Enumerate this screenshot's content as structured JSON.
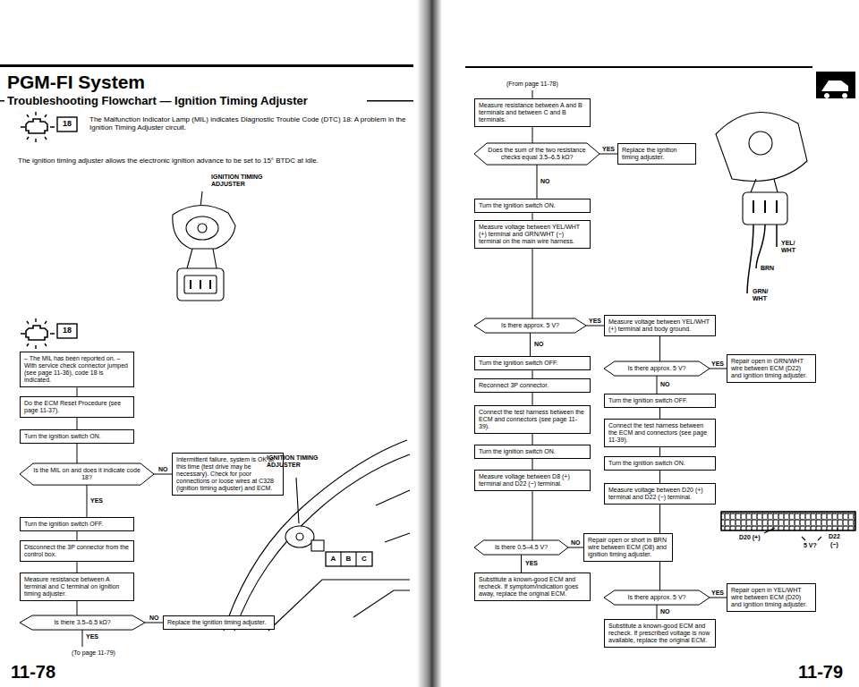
{
  "diagram": {
    "title": "PGM-FI System",
    "nodes": [
      {
        "text": [
          "– The MIL has been reported on. – With service check connector jumped (see page 11-36), code 18 is indicated."
        ]
      },
      {
        "text": [
          "Do the ECM Reset Procedure (see page 11-37)."
        ]
      },
      {
        "text": [
          "Turn the ignition switch ON."
        ]
      },
      {
        "text": [
          "Is the MIL on and does it indicate code 18?"
        ]
      },
      {
        "text": [
          "Intermittent failure, system is OK at this time (test drive may be necessary). Check for poor connections or loose wires at C328 (ignition timing adjuster) and ECM."
        ]
      },
      {
        "text": [
          "Turn the ignition switch OFF."
        ]
      },
      {
        "text": [
          "Disconnect the 3P connector from the control box."
        ]
      },
      {
        "text": [
          "Measure resistance between A terminal and C terminal on ignition timing adjuster."
        ]
      },
      {
        "text": [
          "Is there 3.5–6.5 kΩ?"
        ]
      },
      {
        "text": [
          "Replace the ignition timing adjuster."
        ]
      },
      {
        "text": [
          "Measure resistance between A and B terminals and between C and B terminals."
        ]
      },
      {
        "text": [
          "Does the sum of the two resistance checks equal 3.5–6.5 kΩ?"
        ]
      },
      {
        "text": [
          "Replace the ignition timing adjuster."
        ]
      },
      {
        "text": [
          "Turn the ignition switch ON."
        ]
      },
      {
        "text": [
          "Measure voltage between YEL/WHT (+) terminal and GRN/WHT (−) terminal on the main wire harness."
        ]
      },
      {
        "text": [
          "Is there approx. 5 V?"
        ]
      },
      {
        "text": [
          "Measure voltage between YEL/WHT (+) terminal and body ground."
        ]
      },
      {
        "text": [
          "Turn the ignition switch OFF."
        ]
      },
      {
        "text": [
          "Is there approx. 5 V?"
        ]
      },
      {
        "text": [
          "Repair open in GRN/WHT wire between ECM (D22) and ignition timing adjuster."
        ]
      },
      {
        "text": [
          "Reconnect 3P connector."
        ]
      },
      {
        "text": [
          "Turn the ignition switch OFF."
        ]
      },
      {
        "text": [
          "Connect the test harness between the ECM and connectors (see page 11-39)."
        ]
      },
      {
        "text": [
          "Connect the test harness between the ECM and connectors (see page 11-39)."
        ]
      },
      {
        "text": [
          "Turn the ignition switch ON."
        ]
      },
      {
        "text": [
          "Turn the ignition switch ON."
        ]
      },
      {
        "text": [
          "Measure voltage between D8 (+) terminal and D22 (−) terminal."
        ]
      },
      {
        "text": [
          "Measure voltage between D20 (+) terminal and D22 (−) terminal."
        ]
      },
      {
        "text": [
          "Is there 0.5–4.5 V?"
        ]
      },
      {
        "text": [
          "Repair open or short in BRN wire between ECM (D8) and ignition timing adjuster."
        ]
      },
      {
        "text": [
          "Substitute a known-good ECM and recheck. If symptom/indication goes away, replace the original ECM."
        ]
      },
      {
        "text": [
          "Is there approx. 5 V?"
        ]
      },
      {
        "text": [
          "Repair open in YEL/WHT wire between ECM (D20) and ignition timing adjuster."
        ]
      },
      {
        "text": [
          "Substitute a known-good ECM and recheck. If prescribed voltage is now available, replace the original ECM."
        ]
      }
    ],
    "edges": [
      {
        "from": 0,
        "to": 1,
        "arrow": "none"
      },
      {
        "from": 1,
        "to": 2,
        "arrow": "none"
      },
      {
        "from": 2,
        "to": 3,
        "arrow": "none"
      },
      {
        "from": 3,
        "to": 4,
        "label": "NO",
        "arrow": "none"
      },
      {
        "from": 3,
        "to": 5,
        "label": "YES",
        "arrow": "none"
      },
      {
        "from": 5,
        "to": 6,
        "arrow": "none"
      },
      {
        "from": 6,
        "to": 7,
        "arrow": "none"
      },
      {
        "from": 7,
        "to": 8,
        "arrow": "none"
      },
      {
        "from": 8,
        "to": 9,
        "label": "NO",
        "arrow": "none"
      },
      {
        "from": 10,
        "to": 11,
        "arrow": "none"
      },
      {
        "from": 11,
        "to": 12,
        "label": "YES",
        "arrow": "none"
      },
      {
        "from": 11,
        "to": 13,
        "label": "NO",
        "arrow": "none"
      },
      {
        "from": 13,
        "to": 14,
        "arrow": "none"
      },
      {
        "from": 14,
        "to": 15,
        "arrow": "none"
      },
      {
        "from": 15,
        "to": 16,
        "label": "YES",
        "arrow": "none"
      },
      {
        "from": 15,
        "to": 17,
        "label": "NO",
        "arrow": "none"
      },
      {
        "from": 16,
        "to": 18,
        "arrow": "none"
      },
      {
        "from": 18,
        "to": 19,
        "label": "YES",
        "arrow": "none"
      },
      {
        "from": 18,
        "to": 21,
        "label": "NO",
        "arrow": "none"
      },
      {
        "from": 17,
        "to": 20,
        "arrow": "none"
      },
      {
        "from": 20,
        "to": 22,
        "arrow": "none"
      },
      {
        "from": 22,
        "to": 24,
        "arrow": "none"
      },
      {
        "from": 24,
        "to": 26,
        "arrow": "none"
      },
      {
        "from": 26,
        "to": 28,
        "arrow": "none"
      },
      {
        "from": 28,
        "to": 29,
        "label": "NO",
        "arrow": "none"
      },
      {
        "from": 28,
        "to": 30,
        "label": "YES",
        "arrow": "none"
      },
      {
        "from": 21,
        "to": 23,
        "arrow": "none"
      },
      {
        "from": 23,
        "to": 25,
        "arrow": "none"
      },
      {
        "from": 25,
        "to": 27,
        "arrow": "none"
      },
      {
        "from": 27,
        "to": 31,
        "arrow": "none"
      },
      {
        "from": 31,
        "to": 32,
        "label": "YES",
        "arrow": "none"
      },
      {
        "from": 31,
        "to": 33,
        "label": "NO",
        "arrow": "none"
      }
    ],
    "labels": [
      "Troubleshooting Flowchart — Ignition Timing Adjuster",
      "18",
      "The Malfunction Indicator Lamp (MIL) indicates Diagnostic Trouble Code (DTC) 18: A problem in the Ignition Timing Adjuster circuit.",
      "The ignition timing adjuster allows the electronic ignition advance to be set to 15° BTDC at idle.",
      "IGNITION TIMING ADJUSTER",
      "18",
      "IGNITION TIMING ADJUSTER",
      "A",
      "B",
      "C",
      "YES",
      "(To page 11-79)",
      "11-78",
      "(From page 11-78)",
      "YEL/ WHT",
      "BRN",
      "GRN/ WHT",
      "D20 (+)",
      "D22",
      "(−)",
      "5 V?",
      "11-79"
    ]
  }
}
